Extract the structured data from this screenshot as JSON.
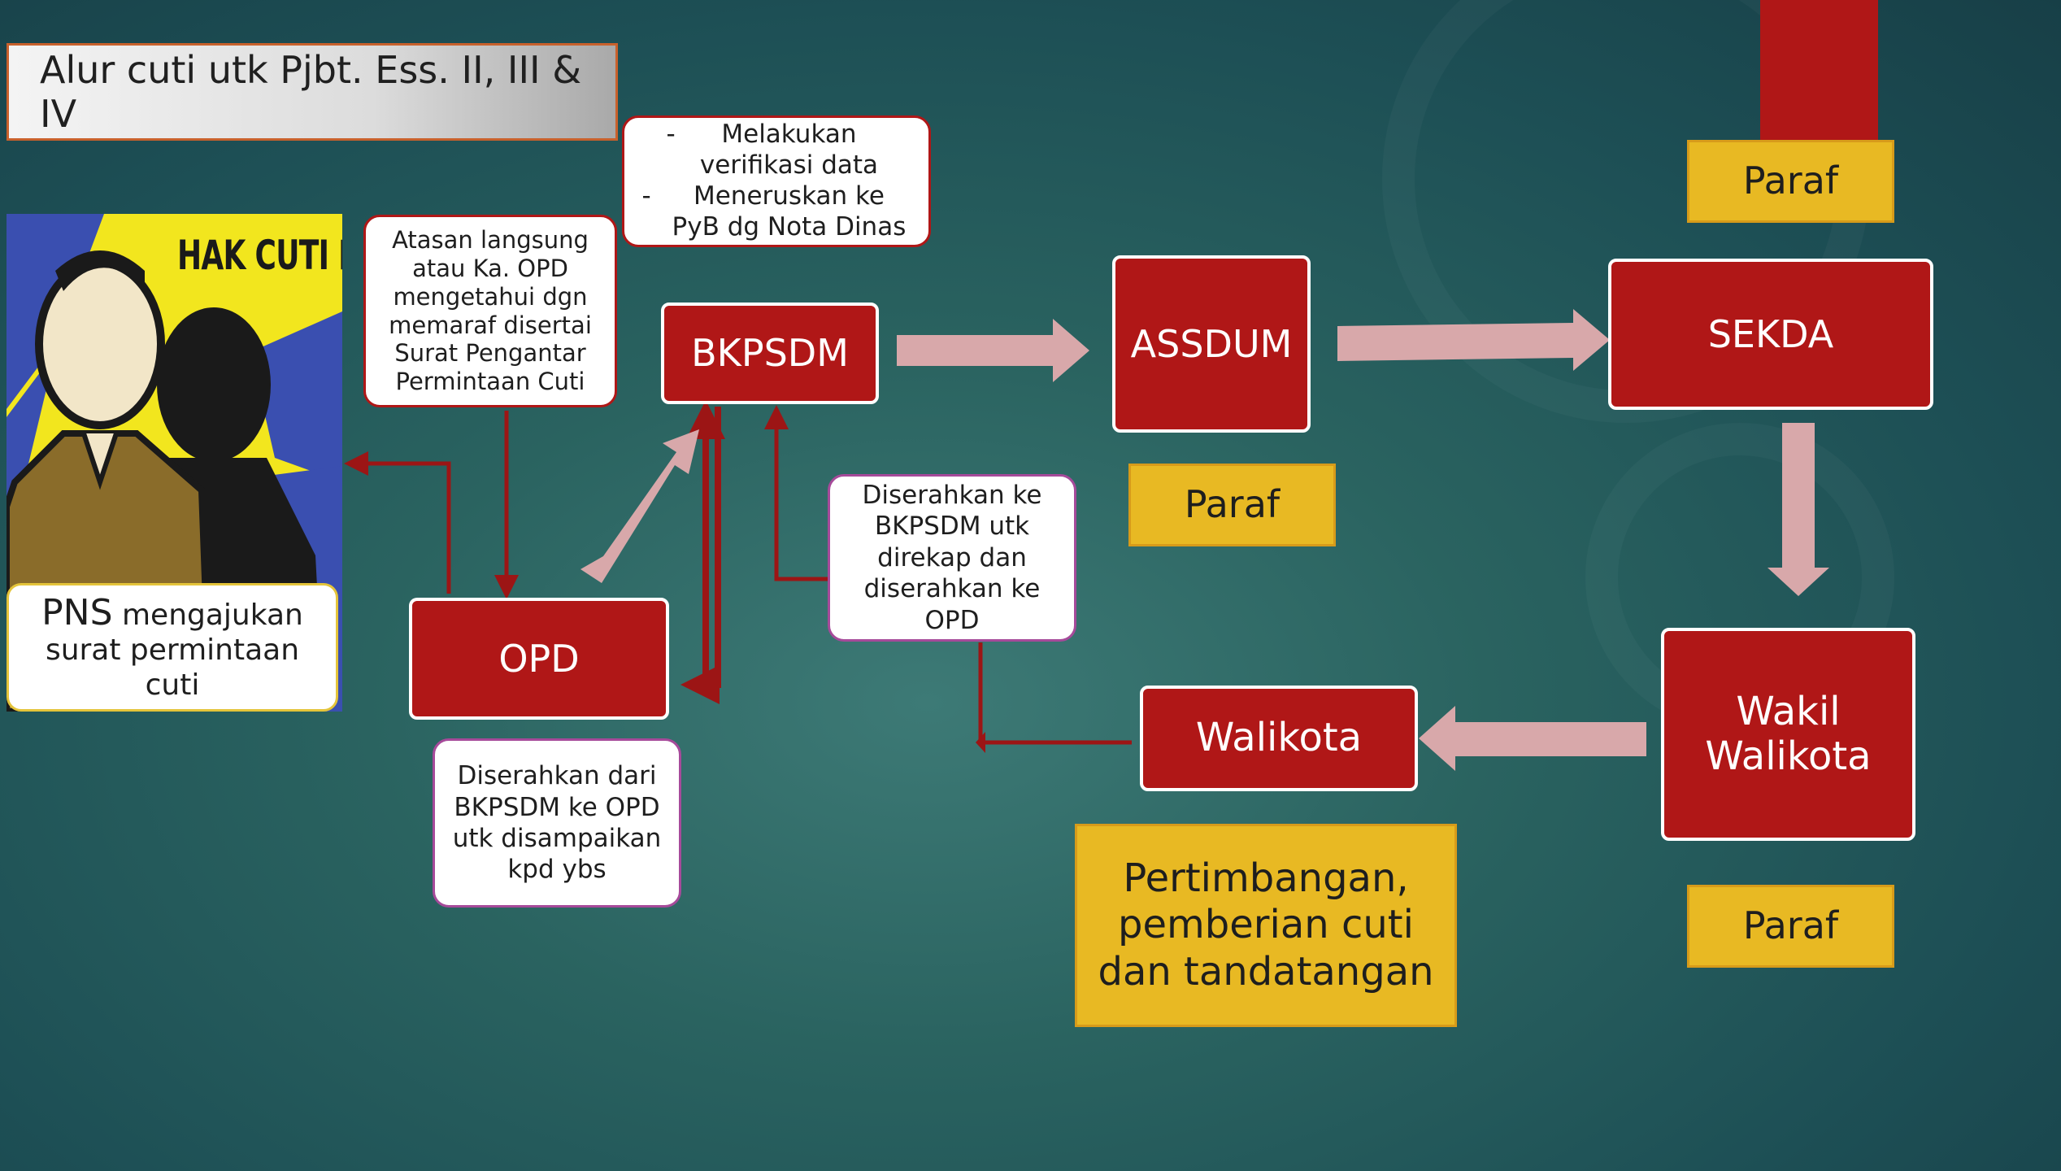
{
  "title": "Alur cuti utk Pjbt. Ess. II, III & IV",
  "poster": {
    "title": "HAK CUTI PNS",
    "caption_lead": "PNS",
    "caption_rest": " mengajukan surat permintaan cuti"
  },
  "nodes": {
    "opd": "OPD",
    "bkpsdm": "BKPSDM",
    "assdum": "ASSDUM",
    "sekda": "SEKDA",
    "wakil_walikota": "Wakil Walikota",
    "walikota": "Walikota"
  },
  "notes": {
    "atasan": "Atasan langsung atau Ka. OPD mengetahui dgn memaraf disertai Surat Pengantar Permintaan Cuti",
    "bkpsdm_task_1": "Melakukan verifikasi data",
    "bkpsdm_task_2": "Meneruskan ke PyB dg Nota Dinas",
    "diserahkan_ke": "Diserahkan ke BKPSDM utk direkap dan diserahkan ke OPD",
    "diserahkan_dari": "Diserahkan dari BKPSDM ke OPD utk disampaikan kpd ybs"
  },
  "labels": {
    "paraf_sekda": "Paraf",
    "paraf_assdum": "Paraf",
    "paraf_wakil": "Paraf",
    "pertimbangan": "Pertimbangan, pemberian cuti dan tandatangan"
  },
  "colors": {
    "background": "#2a6360",
    "node_red": "#b01717",
    "paraf_gold": "#e8b923",
    "arrow_pink": "#d8a8aa",
    "connector_red": "#9c1515"
  }
}
